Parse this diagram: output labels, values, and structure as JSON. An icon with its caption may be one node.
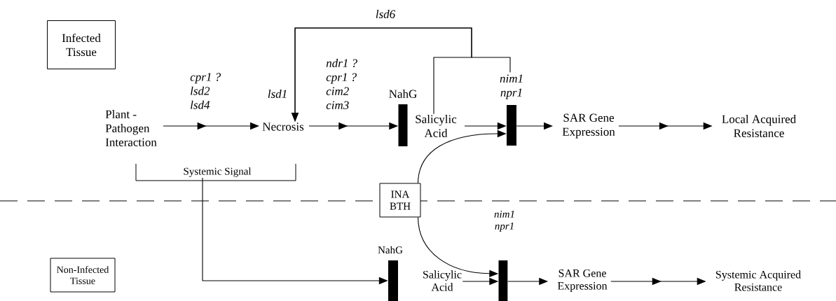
{
  "diagram": {
    "nodes": [
      {
        "text": [
          "Infected Tissue"
        ]
      },
      {
        "text": [
          "Plant - Pathogen Interaction"
        ]
      },
      {
        "text": [
          "Necrosis"
        ]
      },
      {
        "text": [
          "NahG"
        ]
      },
      {
        "text": [
          "Salicylic Acid"
        ]
      },
      {
        "text": [
          "nim1 npr1"
        ]
      },
      {
        "text": [
          "SAR Gene Expression"
        ]
      },
      {
        "text": [
          "Local Acquired Resistance"
        ]
      },
      {
        "text": [
          "Systemic Signal"
        ]
      },
      {
        "text": [
          "INA BTH"
        ]
      },
      {
        "text": [
          "Non-Infected Tissue"
        ]
      },
      {
        "text": [
          "NahG"
        ]
      },
      {
        "text": [
          "Salicylic Acid"
        ]
      },
      {
        "text": [
          "nim1 npr1"
        ]
      },
      {
        "text": [
          "SAR Gene Expression"
        ]
      },
      {
        "text": [
          "Systemic Acquired Resistance"
        ]
      }
    ],
    "edges": [
      {
        "from": 1,
        "to": 2,
        "arrow": "to",
        "label": "cpr1 ? lsd2 lsd4"
      },
      {
        "from": 2,
        "to": 3,
        "arrow": "to",
        "label": "ndr1 ? cpr1 ? cim2 cim3"
      },
      {
        "from": 4,
        "to": 5,
        "arrow": "to"
      },
      {
        "from": 5,
        "to": 6,
        "arrow": "to"
      },
      {
        "from": 6,
        "to": 7,
        "arrow": "to"
      },
      {
        "from": 4,
        "to": 2,
        "arrow": "to",
        "label": "lsd6"
      },
      {
        "from": 5,
        "to": 2,
        "arrow": "to",
        "label": "lsd1"
      },
      {
        "from": 9,
        "to": 5,
        "arrow": "to"
      },
      {
        "from": 9,
        "to": 13,
        "arrow": "to"
      },
      {
        "from": 8,
        "to": 11,
        "arrow": "to"
      },
      {
        "from": 12,
        "to": 13,
        "arrow": "to"
      },
      {
        "from": 13,
        "to": 14,
        "arrow": "to"
      },
      {
        "from": 14,
        "to": 15,
        "arrow": "to"
      }
    ]
  }
}
